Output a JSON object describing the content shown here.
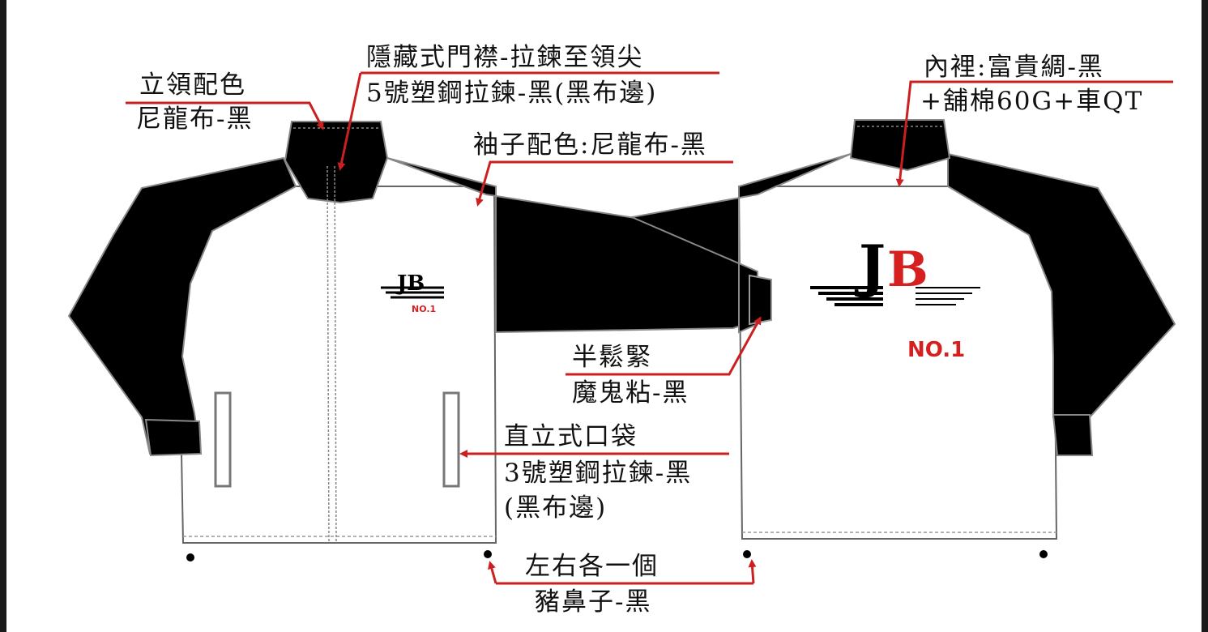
{
  "labels": {
    "collar": {
      "line1": "立領配色",
      "line2": "尼龍布-黑"
    },
    "placket": {
      "line1": "隱藏式門襟-拉鍊至領尖",
      "line2": "5號塑鋼拉鍊-黑(黑布邊)"
    },
    "sleeve": {
      "line1": "袖子配色:尼龍布-黑"
    },
    "lining": {
      "line1": "內裡:富貴綢-黑",
      "line2": "+舖棉60G+車QT"
    },
    "cuff": {
      "line1": "半鬆緊",
      "line2": "魔鬼粘-黑"
    },
    "pocket": {
      "line1": "直立式口袋",
      "line2": "3號塑鋼拉鍊-黑",
      "line3": "(黑布邊)"
    },
    "hem": {
      "line1": "左右各一個",
      "line2": "豬鼻子-黑"
    }
  },
  "logo": {
    "front": {
      "mark": "JB",
      "badge": "NO.1"
    },
    "back": {
      "mark": "JB",
      "badge": "NO.1"
    }
  },
  "colors": {
    "body": "#ffffff",
    "sleeve": "#000000",
    "stitch": "#8a8a8a",
    "leader": "#cc1f1f",
    "logo_red": "#d62020",
    "frame": "#1a1a1a"
  }
}
